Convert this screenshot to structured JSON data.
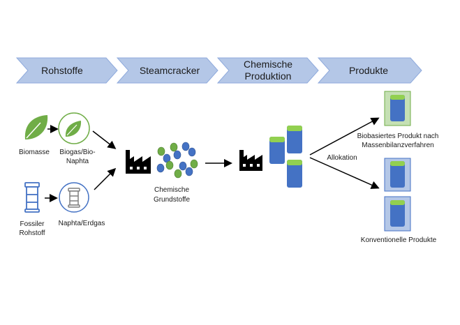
{
  "stages": {
    "rohstoffe": "Rohstoffe",
    "steamcracker": "Steamcracker",
    "chem_line1": "Chemische",
    "chem_line2": "Produktion",
    "produkte": "Produkte"
  },
  "labels": {
    "biomasse": "Biomasse",
    "biogas_line1": "Biogas/Bio-",
    "biogas_line2": "Naphta",
    "fossiler_line1": "Fossiler",
    "fossiler_line2": "Rohstoff",
    "naphta": "Naphta/Erdgas",
    "chem_grund_line1": "Chemische",
    "chem_grund_line2": "Grundstoffe",
    "allokation": "Allokation",
    "bio_prod_line1": "Biobasiertes Produkt nach",
    "bio_prod_line2": "Massenbilanzverfahren",
    "konv_prod": "Konventionelle Produkte"
  },
  "colors": {
    "chevron_fill": "#b4c7e7",
    "chevron_stroke": "#8faadc",
    "leaf_green": "#70ad47",
    "drum_blue": "#4472c4",
    "drum_grey": "#7f7f7f",
    "container_blue": "#4472c4",
    "container_green_lid": "#92d050",
    "box_green": "#c5e0b4",
    "box_blue": "#b4c7e7",
    "factory": "#000000"
  },
  "icons": {
    "leaf": "leaf-icon",
    "drum": "oil-drum-icon",
    "factory": "factory-icon",
    "molecules": "molecule-cluster-icon",
    "container": "container-icon"
  }
}
